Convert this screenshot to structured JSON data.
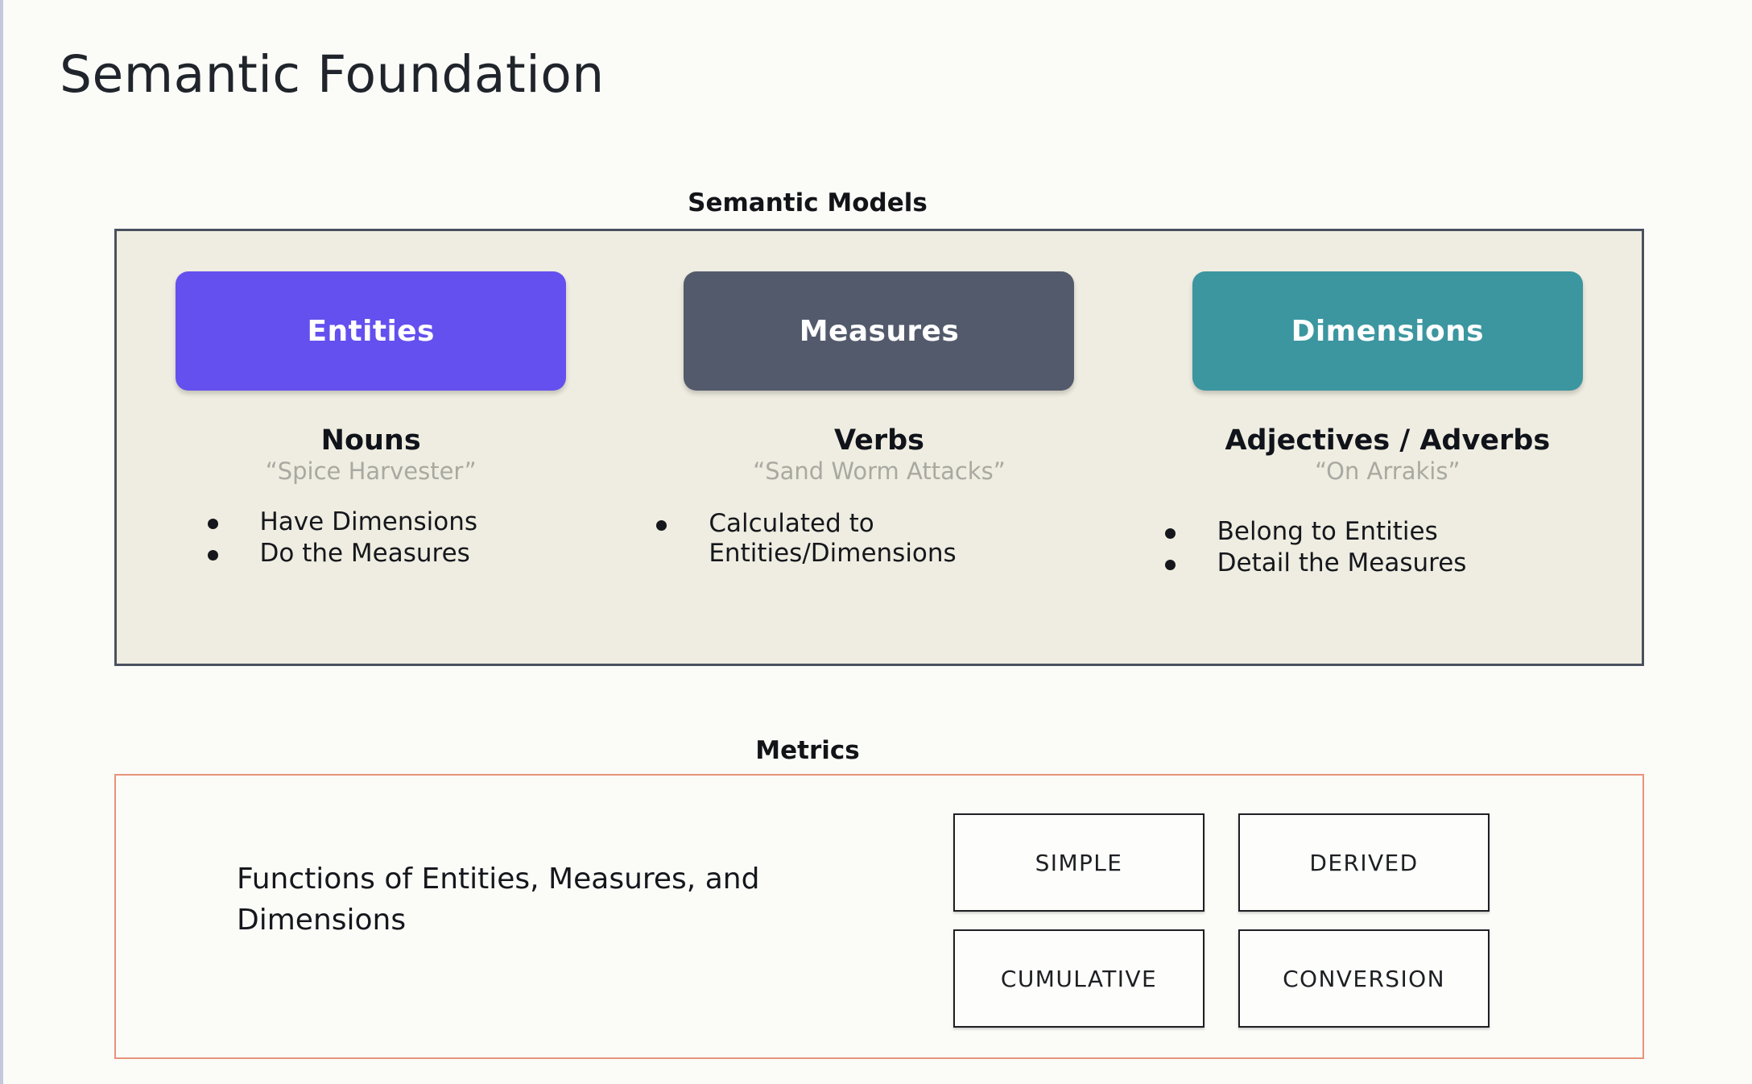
{
  "page": {
    "title": "Semantic Foundation",
    "background_color": "#FBFBF8"
  },
  "semantic_models": {
    "caption": "Semantic Models",
    "panel_background": "#EFEDE1",
    "panel_border_color": "#4A5160",
    "columns": [
      {
        "pill_label": "Entities",
        "pill_color": "#6450EE",
        "part_of_speech": "Nouns",
        "example": "“Spice Harvester”",
        "bullets": [
          "Have Dimensions",
          "Do the Measures"
        ]
      },
      {
        "pill_label": "Measures",
        "pill_color": "#535A6B",
        "part_of_speech": "Verbs",
        "example": "“Sand Worm Attacks”",
        "bullets": [
          "Calculated to Entities/Dimensions"
        ]
      },
      {
        "pill_label": "Dimensions",
        "pill_color": "#3C96A0",
        "part_of_speech": "Adjectives / Adverbs",
        "example": "“On Arrakis”",
        "bullets": [
          "Belong to Entities",
          "Detail the Measures"
        ]
      }
    ]
  },
  "metrics": {
    "caption": "Metrics",
    "panel_border_color": "#E8937A",
    "description": "Functions of Entities, Measures, and Dimensions",
    "types": [
      "SIMPLE",
      "DERIVED",
      "CUMULATIVE",
      "CONVERSION"
    ]
  }
}
